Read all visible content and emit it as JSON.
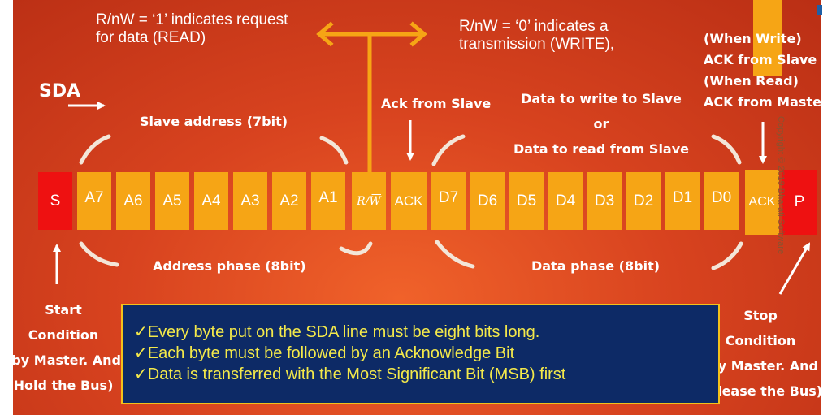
{
  "read_note": [
    "R/nW = ‘1’ indicates request",
    "for data (READ)"
  ],
  "write_note": [
    "R/nW = ‘0’ indicates a",
    "transmission (WRITE),"
  ],
  "ack_note_right": [
    "(When Write)",
    "ACK from Slave",
    "(When Read)",
    "ACK from Master"
  ],
  "sda_label": "SDA",
  "slave_address_label": "Slave address (7bit)",
  "ack_from_slave_label": "Ack from Slave",
  "data_label": [
    "Data to write to Slave",
    "or",
    "Data to read from Slave"
  ],
  "bits": {
    "start": "S",
    "address": [
      "A7",
      "A6",
      "A5",
      "A4",
      "A3",
      "A2",
      "A1"
    ],
    "rw": "R/W",
    "ack1": "ACK",
    "data": [
      "D7",
      "D6",
      "D5",
      "D4",
      "D3",
      "D2",
      "D1",
      "D0"
    ],
    "ack2": "ACK",
    "stop": "P"
  },
  "copyright": "Copyright © 2019 Bharati Software",
  "address_phase_label": "Address phase (8bit)",
  "data_phase_label": "Data phase (8bit)",
  "start_condition": [
    "Start",
    "Condition",
    "(by Master. And",
    "Hold the Bus)"
  ],
  "stop_condition": [
    "Stop",
    "Condition",
    "(by Master. And",
    "Release the Bus)"
  ],
  "notes": [
    "✓Every byte put on the SDA line must be eight bits long.",
    "✓Each byte must be followed by an Acknowledge Bit",
    "✓Data is transferred with the Most Significant Bit (MSB) first"
  ],
  "colors": {
    "background": "#d8431f",
    "bit_cell": "#f6a515",
    "start_stop_cell": "#ee1111",
    "notes_box": "#0d2a66",
    "notes_text": "#f4e94a",
    "notes_border": "#f3c21a",
    "arrow": "#f6a515"
  }
}
